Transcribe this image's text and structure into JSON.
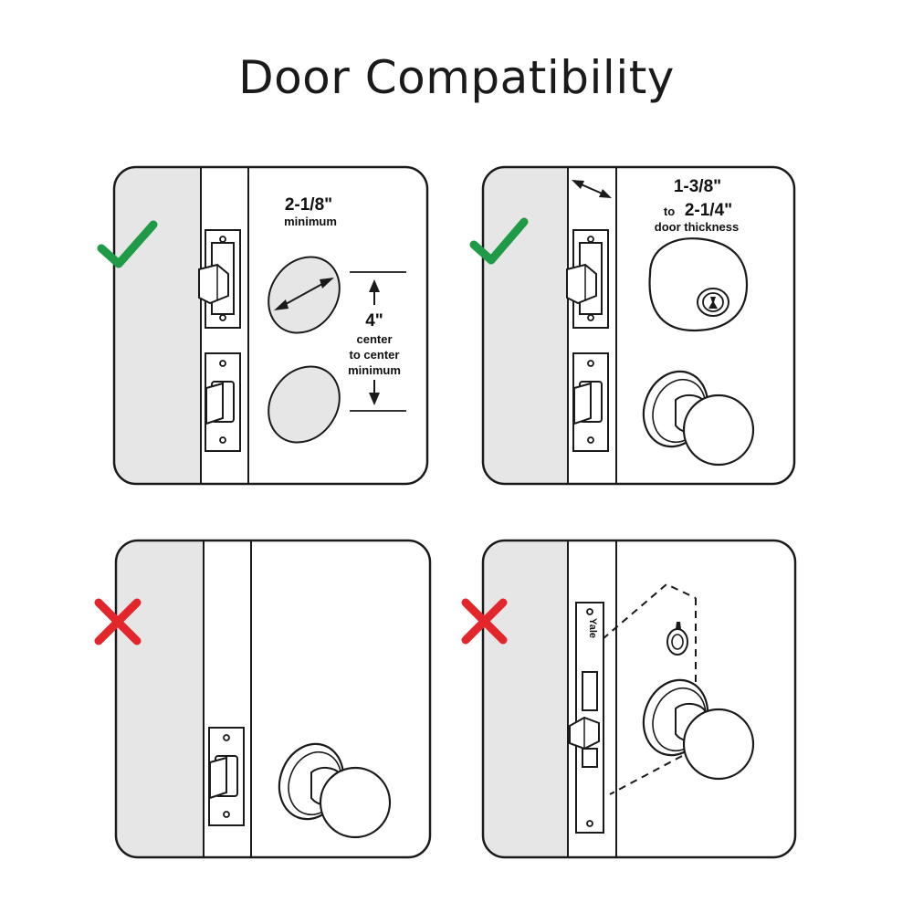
{
  "title": "Door Compatibility",
  "panels": {
    "top_left": {
      "status": "check",
      "backset_value": "2-1/8\"",
      "backset_caption": "minimum",
      "spacing_value": "4\"",
      "spacing_line1": "center",
      "spacing_line2": "to center",
      "spacing_line3": "minimum"
    },
    "top_right": {
      "status": "check",
      "thickness_min": "1-3/8\"",
      "thickness_to": "to",
      "thickness_max": "2-1/4\"",
      "thickness_caption": "door thickness"
    },
    "bottom_left": {
      "status": "cross"
    },
    "bottom_right": {
      "status": "cross",
      "brand": "Yale"
    }
  },
  "colors": {
    "check": "#1f9a46",
    "cross": "#e3262b",
    "door_shade": "#e6e6e6",
    "stroke": "#1a1a1a"
  }
}
